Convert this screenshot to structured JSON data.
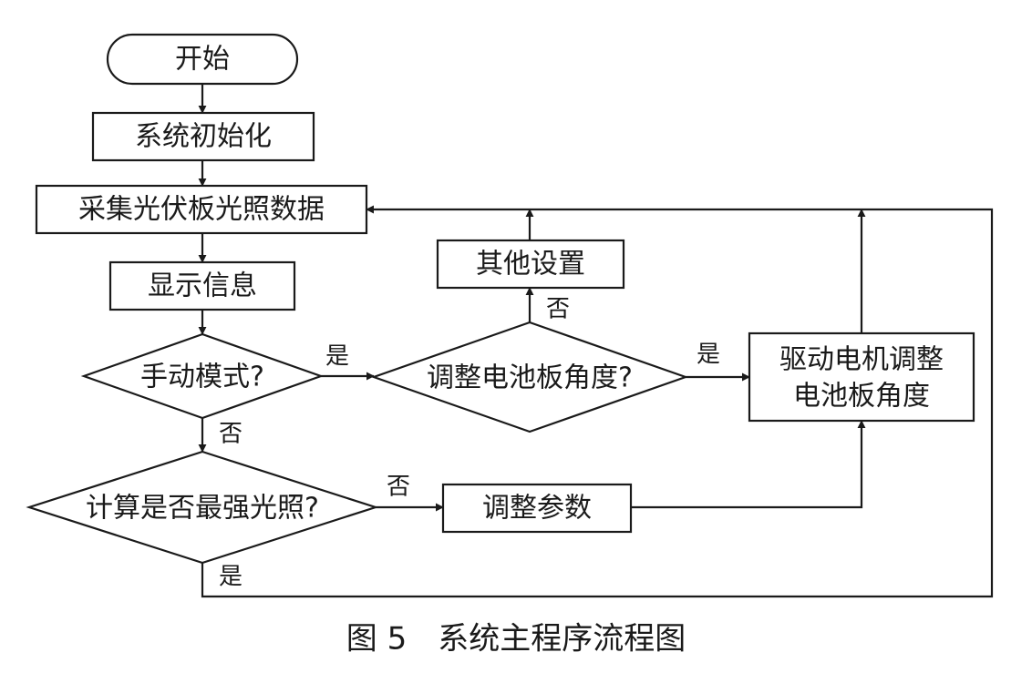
{
  "nodes": {
    "start": "开始",
    "init": "系统初始化",
    "collect": "采集光伏板光照数据",
    "display": "显示信息",
    "manual_mode": "手动模式?",
    "adjust_angle_q": "调整电池板角度?",
    "other_settings": "其他设置",
    "drive_motor_line1": "驱动电机调整",
    "drive_motor_line2": "电池板角度",
    "max_light_q": "计算是否最强光照?",
    "adjust_params": "调整参数"
  },
  "edges": {
    "manual_yes": "是",
    "manual_no": "否",
    "adjust_yes": "是",
    "adjust_no": "否",
    "max_no": "否",
    "max_yes": "是"
  },
  "caption": "图 5　系统主程序流程图"
}
